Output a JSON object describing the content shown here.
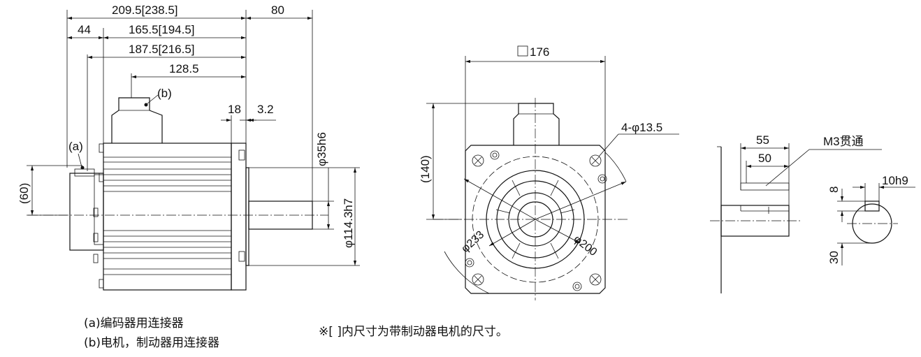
{
  "side_view": {
    "dims": {
      "overall": "209.5[238.5]",
      "right_len": "80",
      "flange_offset": "44",
      "body_len": "165.5[194.5]",
      "body_len2": "187.5[216.5]",
      "connector_pos": "128.5",
      "flange_thk": "18",
      "spigot": "3.2",
      "shaft_dia": "φ35h6",
      "spigot_dia": "φ114.3h7",
      "height_60": "(60)"
    },
    "labels": {
      "a": "(a)",
      "b": "(b)"
    }
  },
  "front_view": {
    "dims": {
      "square": "176",
      "height_140": "(140)",
      "holes": "4-φ13.5",
      "pcd": "φ233",
      "spigot": "φ200"
    }
  },
  "shaft_view": {
    "dims": {
      "len55": "55",
      "len50": "50",
      "tap": "M3贯通",
      "key_w": "10h9",
      "key_h": "8",
      "shaft_h": "30"
    }
  },
  "notes": {
    "a": "(a)编码器用连接器",
    "b": "(b)电机，制动器用连接器",
    "footnote": "※[ ]内尺寸为带制动器电机的尺寸。"
  }
}
